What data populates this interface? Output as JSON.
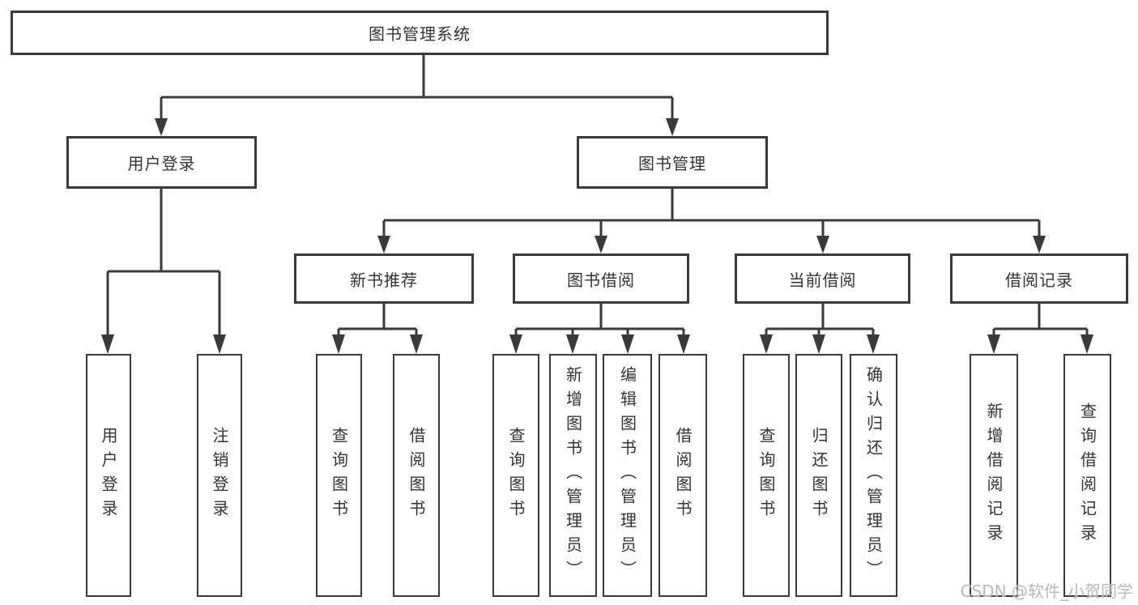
{
  "root": {
    "label": "图书管理系统"
  },
  "level2": [
    {
      "label": "用户登录"
    },
    {
      "label": "图书管理"
    }
  ],
  "level3": [
    {
      "label": "新书推荐"
    },
    {
      "label": "图书借阅"
    },
    {
      "label": "当前借阅"
    },
    {
      "label": "借阅记录"
    }
  ],
  "leaves": {
    "user_login": [
      {
        "label": "用户登录"
      },
      {
        "label": "注销登录"
      }
    ],
    "new_book_recommend": [
      {
        "label": "查询图书"
      },
      {
        "label": "借阅图书"
      }
    ],
    "book_borrow": [
      {
        "label": "查询图书"
      },
      {
        "label": "新增图书（管理员）"
      },
      {
        "label": "编辑图书（管理员）"
      },
      {
        "label": "借阅图书"
      }
    ],
    "current_borrow": [
      {
        "label": "查询图书"
      },
      {
        "label": "归还图书"
      },
      {
        "label": "确认归还（管理员）"
      }
    ],
    "borrow_records": [
      {
        "label": "新增借阅记录"
      },
      {
        "label": "查询借阅记录"
      }
    ]
  },
  "watermark": {
    "text": "CSDN @软件_小贺同学"
  },
  "colors": {
    "line": "#3a3a3a",
    "text": "#333333",
    "watermark": "#b9b9b9",
    "background": "#ffffff"
  }
}
